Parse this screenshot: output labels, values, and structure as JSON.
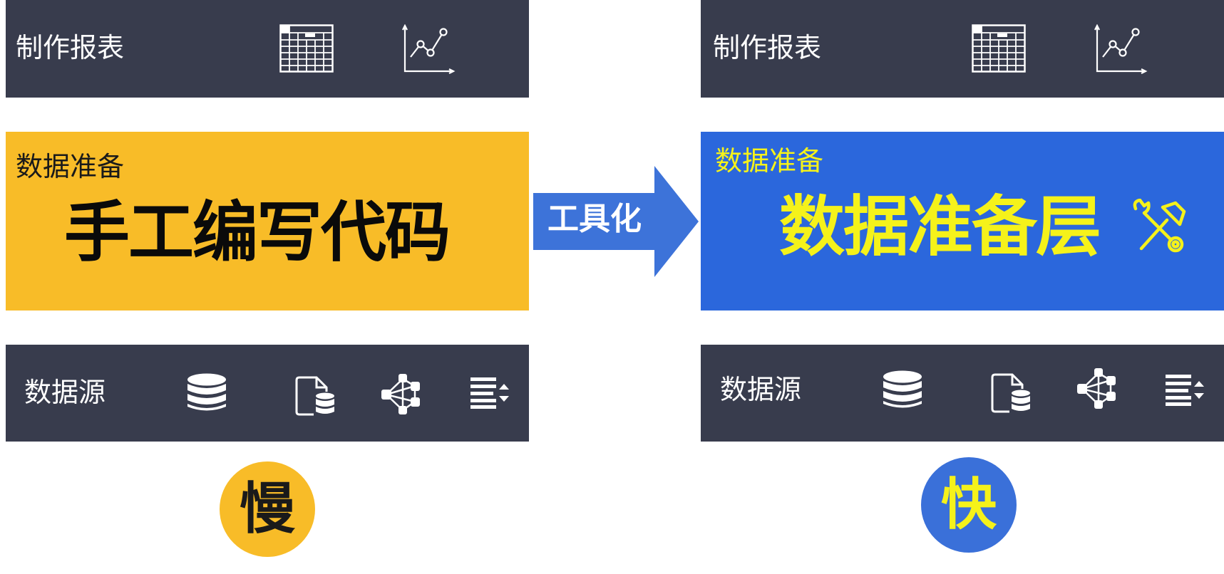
{
  "left": {
    "top_bar": {
      "label": "制作报表",
      "icons": [
        "spreadsheet-icon",
        "line-chart-icon"
      ]
    },
    "middle": {
      "small_label": "数据准备",
      "big_label": "手工编写代码",
      "bg": "#f8bc28",
      "small_color": "#1a1a1a",
      "big_color": "#0a0a0a"
    },
    "bottom_bar": {
      "label": "数据源",
      "icons": [
        "database-icon",
        "file-database-icon",
        "network-icon",
        "sorted-list-icon"
      ]
    },
    "badge": {
      "label": "慢",
      "bg": "#f8bc28",
      "color": "#1a1a1a"
    }
  },
  "arrow": {
    "label": "工具化",
    "color": "#3d73d9"
  },
  "right": {
    "top_bar": {
      "label": "制作报表",
      "icons": [
        "spreadsheet-icon",
        "line-chart-icon"
      ]
    },
    "middle": {
      "small_label": "数据准备",
      "big_label": "数据准备层",
      "bg": "#2b67dc",
      "small_color": "#f5f21a",
      "big_color": "#f5f21a",
      "icon": "wrench-hammer-icon"
    },
    "bottom_bar": {
      "label": "数据源",
      "icons": [
        "database-icon",
        "file-database-icon",
        "network-icon",
        "sorted-list-icon"
      ]
    },
    "badge": {
      "label": "快",
      "bg": "#3a70d9",
      "color": "#f5f21a"
    }
  },
  "colors": {
    "dark_panel": "#383c4d",
    "icon_white": "#ffffff"
  }
}
